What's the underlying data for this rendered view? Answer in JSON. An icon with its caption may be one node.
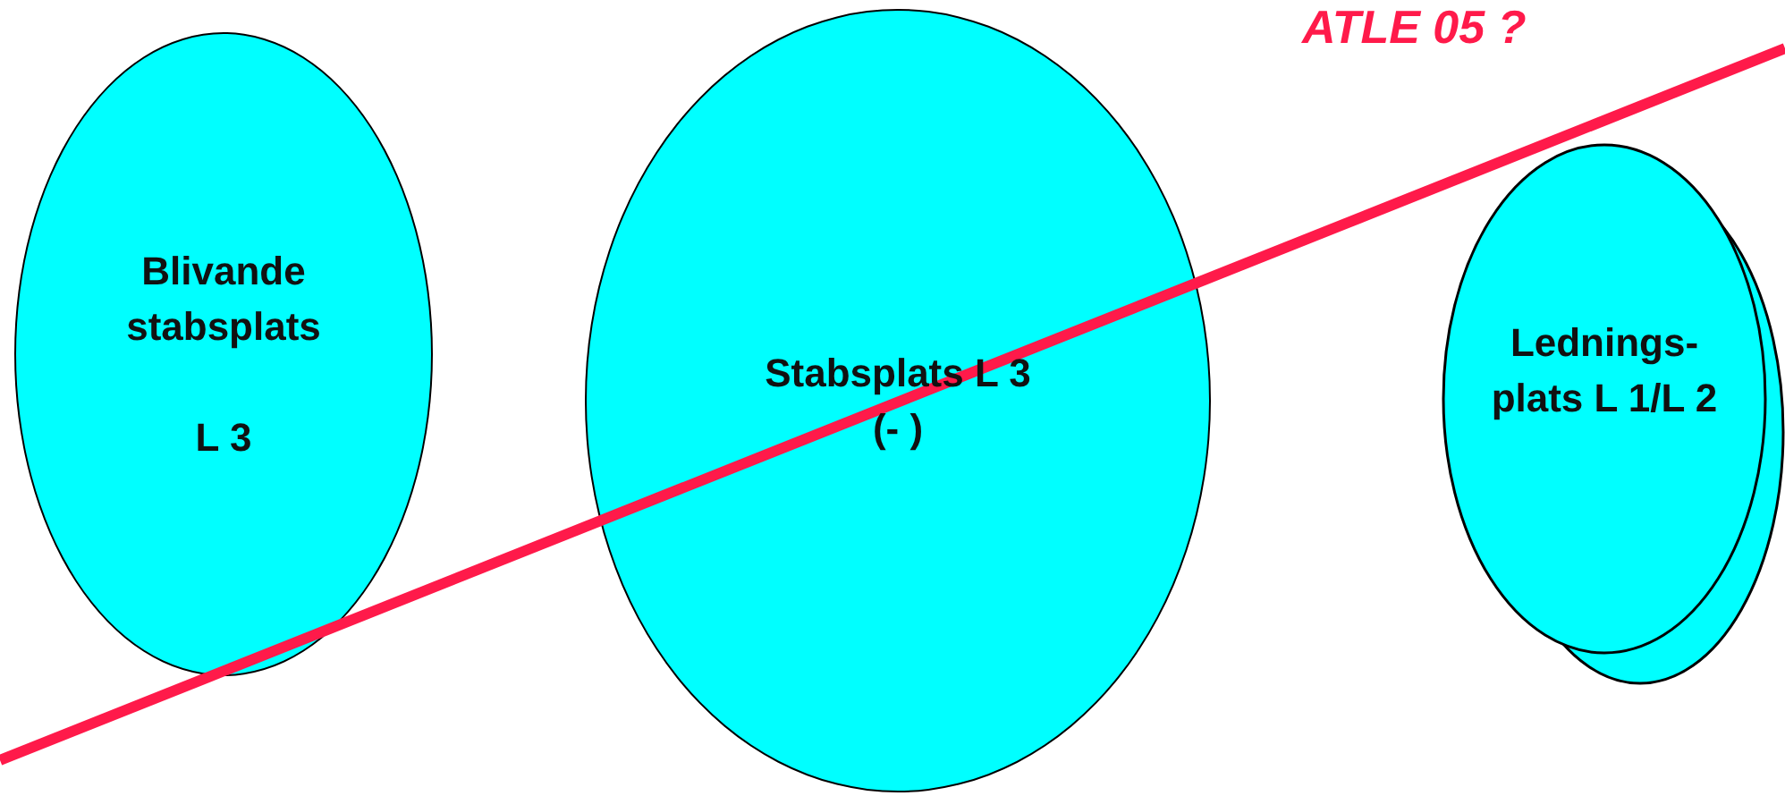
{
  "diagram": {
    "nodes": [
      {
        "text": [
          "Blivande stabsplats",
          "L 3"
        ]
      },
      {
        "text": [
          "Stabsplats L 3 (- )"
        ]
      },
      {
        "text": [
          "Lednings- plats L 1/L 2"
        ]
      }
    ],
    "labels": [
      "ATLE 05 ?"
    ]
  }
}
